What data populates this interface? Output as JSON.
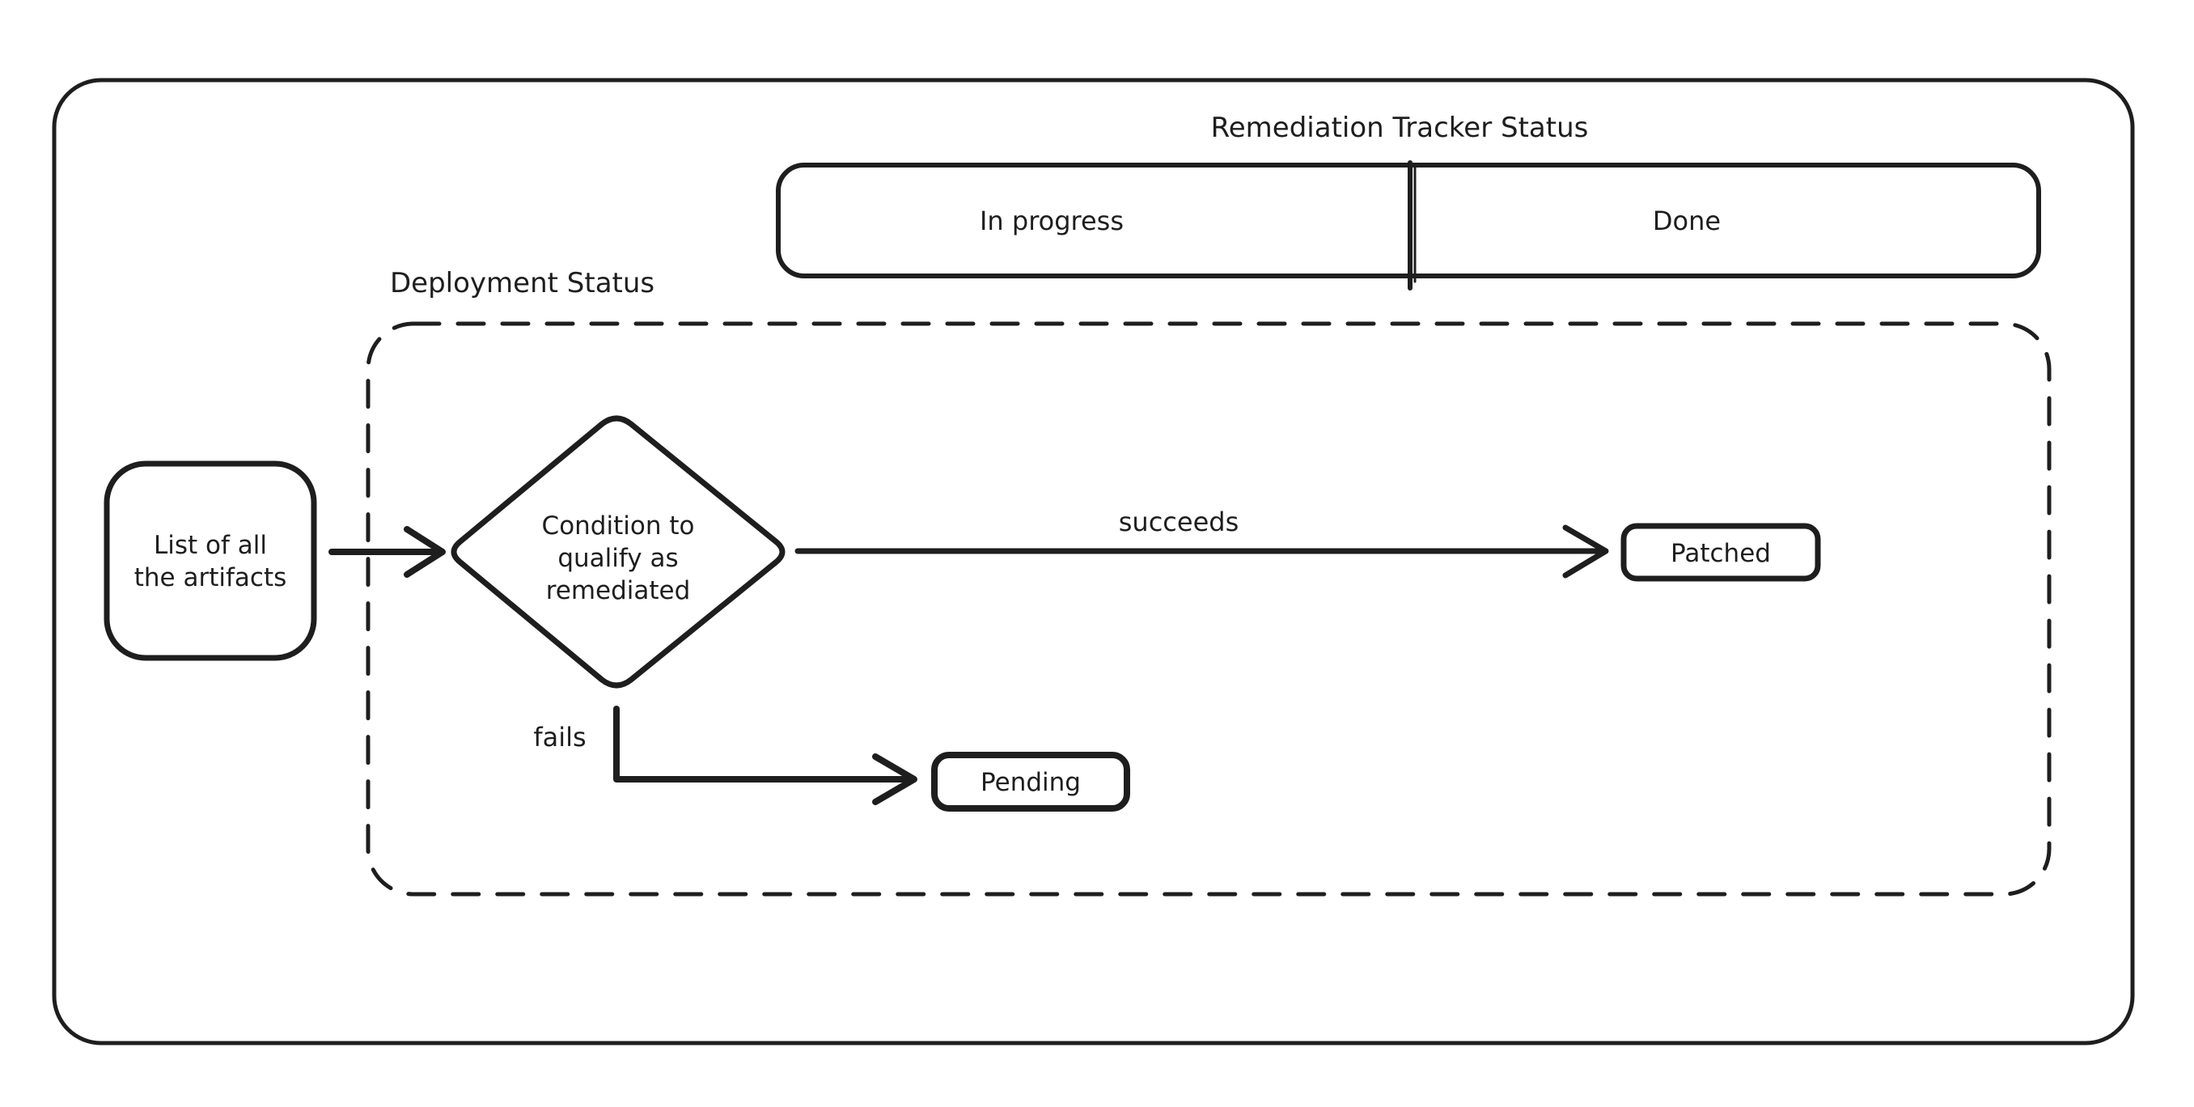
{
  "canvas": {
    "background": "#ffffff",
    "stroke_color": "#1e1e1e"
  },
  "tracker": {
    "title": "Remediation Tracker Status",
    "columns": [
      {
        "label": "In progress"
      },
      {
        "label": "Done"
      }
    ]
  },
  "deployment": {
    "title": "Deployment Status",
    "nodes": {
      "artifacts": {
        "label": "List of all\nthe artifacts",
        "shape": "rounded-rectangle"
      },
      "condition": {
        "label": "Condition to\nqualify as\nremediated",
        "shape": "diamond"
      },
      "patched": {
        "label": "Patched",
        "shape": "rectangle"
      },
      "pending": {
        "label": "Pending",
        "shape": "rectangle"
      }
    },
    "edges": [
      {
        "from": "artifacts",
        "to": "condition",
        "label": ""
      },
      {
        "from": "condition",
        "to": "patched",
        "label": "succeeds"
      },
      {
        "from": "condition",
        "to": "pending",
        "label": "fails"
      }
    ]
  }
}
